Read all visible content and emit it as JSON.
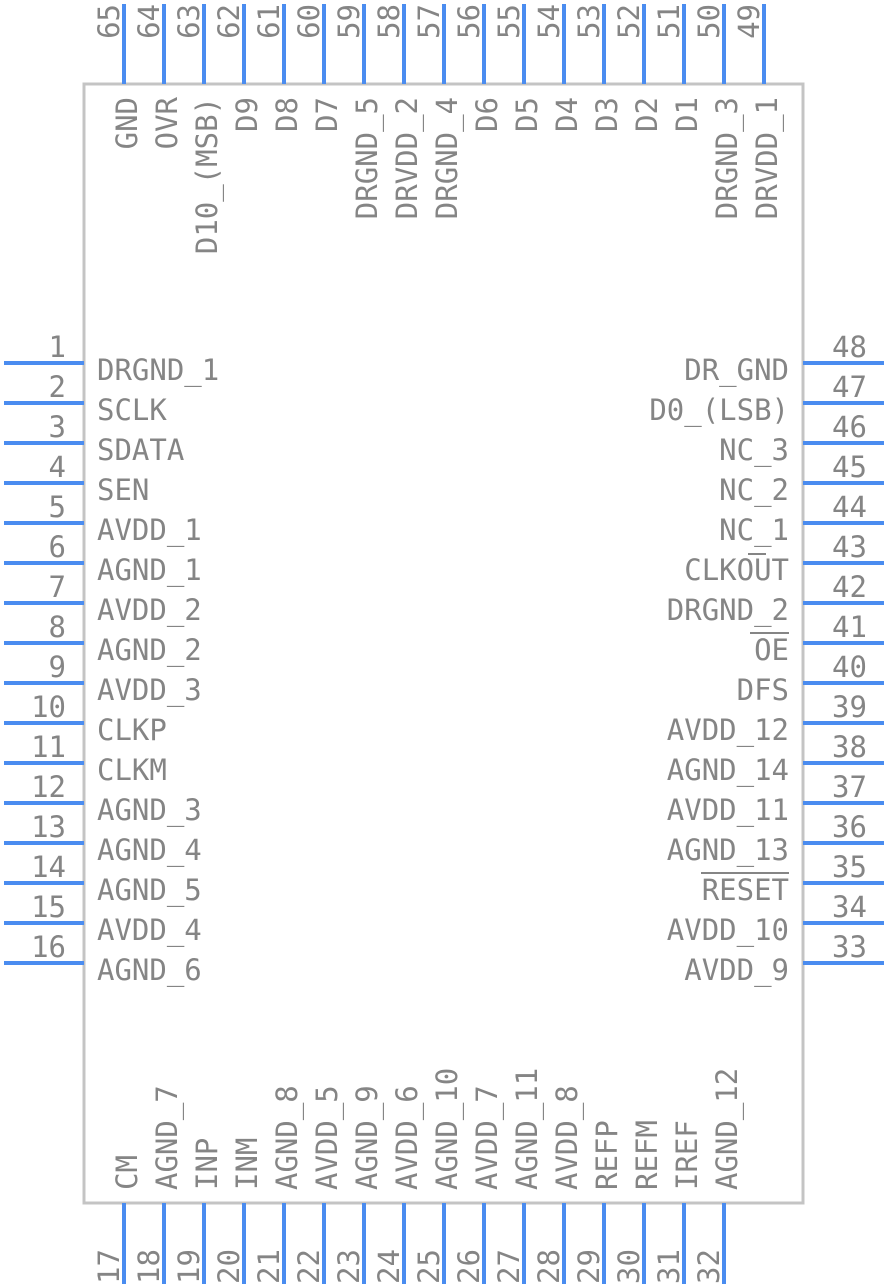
{
  "colors": {
    "pin": "#4a8cf0",
    "body": "#c4c4c4",
    "text": "#858585"
  },
  "pins": {
    "left": [
      {
        "num": "1",
        "name": "DRGND_1"
      },
      {
        "num": "2",
        "name": "SCLK"
      },
      {
        "num": "3",
        "name": "SDATA"
      },
      {
        "num": "4",
        "name": "SEN"
      },
      {
        "num": "5",
        "name": "AVDD_1"
      },
      {
        "num": "6",
        "name": "AGND_1"
      },
      {
        "num": "7",
        "name": "AVDD_2"
      },
      {
        "num": "8",
        "name": "AGND_2"
      },
      {
        "num": "9",
        "name": "AVDD_3"
      },
      {
        "num": "10",
        "name": "CLKP"
      },
      {
        "num": "11",
        "name": "CLKM"
      },
      {
        "num": "12",
        "name": "AGND_3"
      },
      {
        "num": "13",
        "name": "AGND_4"
      },
      {
        "num": "14",
        "name": "AGND_5"
      },
      {
        "num": "15",
        "name": "AVDD_4"
      },
      {
        "num": "16",
        "name": "AGND_6"
      }
    ],
    "bottom": [
      {
        "num": "17",
        "name": "CM"
      },
      {
        "num": "18",
        "name": "AGND_7"
      },
      {
        "num": "19",
        "name": "INP"
      },
      {
        "num": "20",
        "name": "INM"
      },
      {
        "num": "21",
        "name": "AGND_8"
      },
      {
        "num": "22",
        "name": "AVDD_5"
      },
      {
        "num": "23",
        "name": "AGND_9"
      },
      {
        "num": "24",
        "name": "AVDD_6"
      },
      {
        "num": "25",
        "name": "AGND_10"
      },
      {
        "num": "26",
        "name": "AVDD_7"
      },
      {
        "num": "27",
        "name": "AGND_11"
      },
      {
        "num": "28",
        "name": "AVDD_8"
      },
      {
        "num": "29",
        "name": "REFP"
      },
      {
        "num": "30",
        "name": "REFM"
      },
      {
        "num": "31",
        "name": "IREF"
      },
      {
        "num": "32",
        "name": "AGND_12"
      }
    ],
    "right": [
      {
        "num": "33",
        "name": "AVDD_9"
      },
      {
        "num": "34",
        "name": "AVDD_10"
      },
      {
        "num": "35",
        "name": "RESET"
      },
      {
        "num": "36",
        "name": "AGND_13"
      },
      {
        "num": "37",
        "name": "AVDD_11"
      },
      {
        "num": "38",
        "name": "AGND_14"
      },
      {
        "num": "39",
        "name": "AVDD_12"
      },
      {
        "num": "40",
        "name": "DFS"
      },
      {
        "num": "41",
        "name": "OE"
      },
      {
        "num": "42",
        "name": "DRGND_2"
      },
      {
        "num": "43",
        "name": "CLKOUT"
      },
      {
        "num": "44",
        "name": "NC_1"
      },
      {
        "num": "45",
        "name": "NC_2"
      },
      {
        "num": "46",
        "name": "NC_3"
      },
      {
        "num": "47",
        "name": "D0_(LSB)"
      },
      {
        "num": "48",
        "name": "DR_GND"
      }
    ],
    "top": [
      {
        "num": "49",
        "name": "DRVDD_1"
      },
      {
        "num": "50",
        "name": "DRGND_3"
      },
      {
        "num": "51",
        "name": "D1"
      },
      {
        "num": "52",
        "name": "D2"
      },
      {
        "num": "53",
        "name": "D3"
      },
      {
        "num": "54",
        "name": "D4"
      },
      {
        "num": "55",
        "name": "D5"
      },
      {
        "num": "56",
        "name": "D6"
      },
      {
        "num": "57",
        "name": "DRGND_4"
      },
      {
        "num": "58",
        "name": "DRVDD_2"
      },
      {
        "num": "59",
        "name": "DRGND_5"
      },
      {
        "num": "60",
        "name": "D7"
      },
      {
        "num": "61",
        "name": "D8"
      },
      {
        "num": "62",
        "name": "D9"
      },
      {
        "num": "63",
        "name": "D10_(MSB)"
      },
      {
        "num": "64",
        "name": "OVR"
      },
      {
        "num": "65",
        "name": "GND"
      }
    ]
  }
}
